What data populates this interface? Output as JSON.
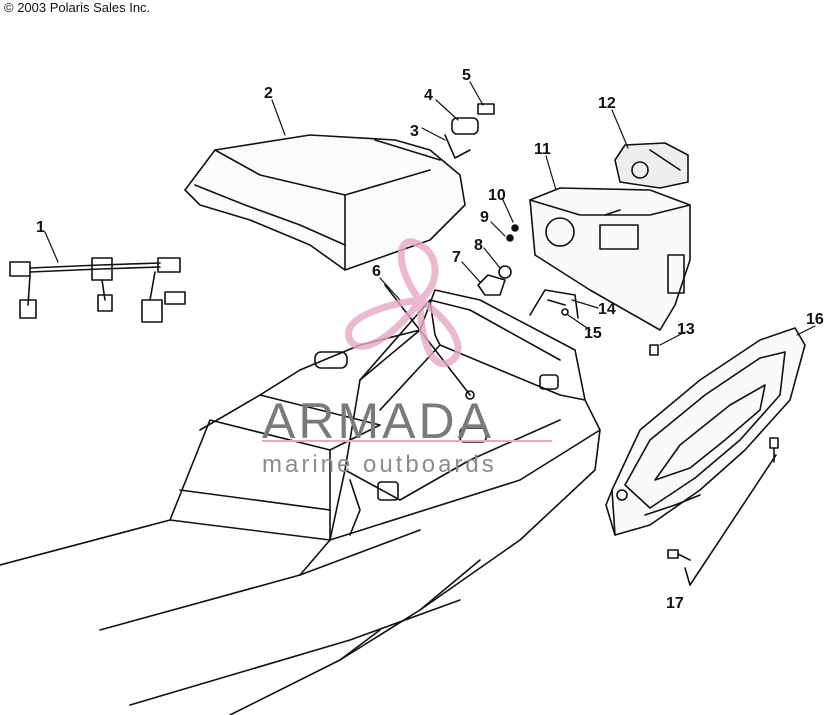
{
  "copyright": "© 2003 Polaris Sales Inc.",
  "watermark": {
    "brand": "ARMADA",
    "tagline": "marine outboards",
    "brand_color": "#7a7a7a",
    "logo_color": "#e8a7c4"
  },
  "callouts": [
    {
      "id": "1",
      "label": "1"
    },
    {
      "id": "2",
      "label": "2"
    },
    {
      "id": "3",
      "label": "3"
    },
    {
      "id": "4",
      "label": "4"
    },
    {
      "id": "5",
      "label": "5"
    },
    {
      "id": "6",
      "label": "6"
    },
    {
      "id": "7",
      "label": "7"
    },
    {
      "id": "8",
      "label": "8"
    },
    {
      "id": "9",
      "label": "9"
    },
    {
      "id": "10",
      "label": "10"
    },
    {
      "id": "11",
      "label": "11"
    },
    {
      "id": "12",
      "label": "12"
    },
    {
      "id": "13",
      "label": "13"
    },
    {
      "id": "14",
      "label": "14"
    },
    {
      "id": "15",
      "label": "15"
    },
    {
      "id": "16",
      "label": "16"
    },
    {
      "id": "17",
      "label": "17"
    }
  ]
}
